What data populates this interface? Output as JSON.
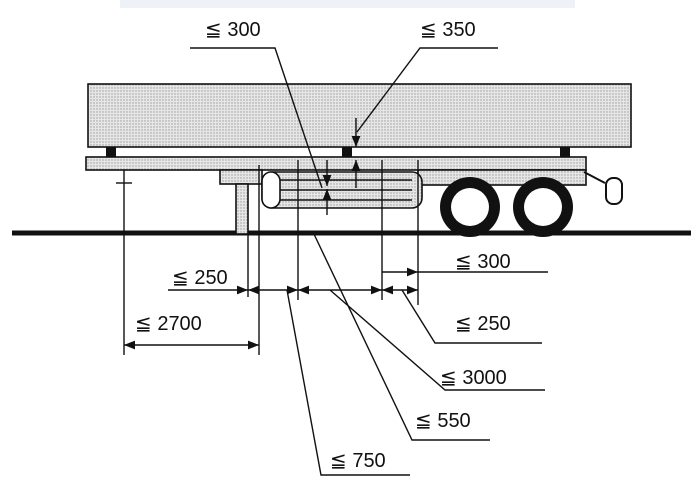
{
  "diagram": {
    "dimensions": {
      "top_left": "≦ 300",
      "top_right": "≦ 350",
      "right_upper": "≦ 300",
      "left_upper": "≦ 250",
      "left_lower": "≦ 2700",
      "right_lower": "≦ 250",
      "bottom_3000": "≦ 3000",
      "bottom_550": "≦ 550",
      "bottom_750": "≦ 750"
    }
  }
}
